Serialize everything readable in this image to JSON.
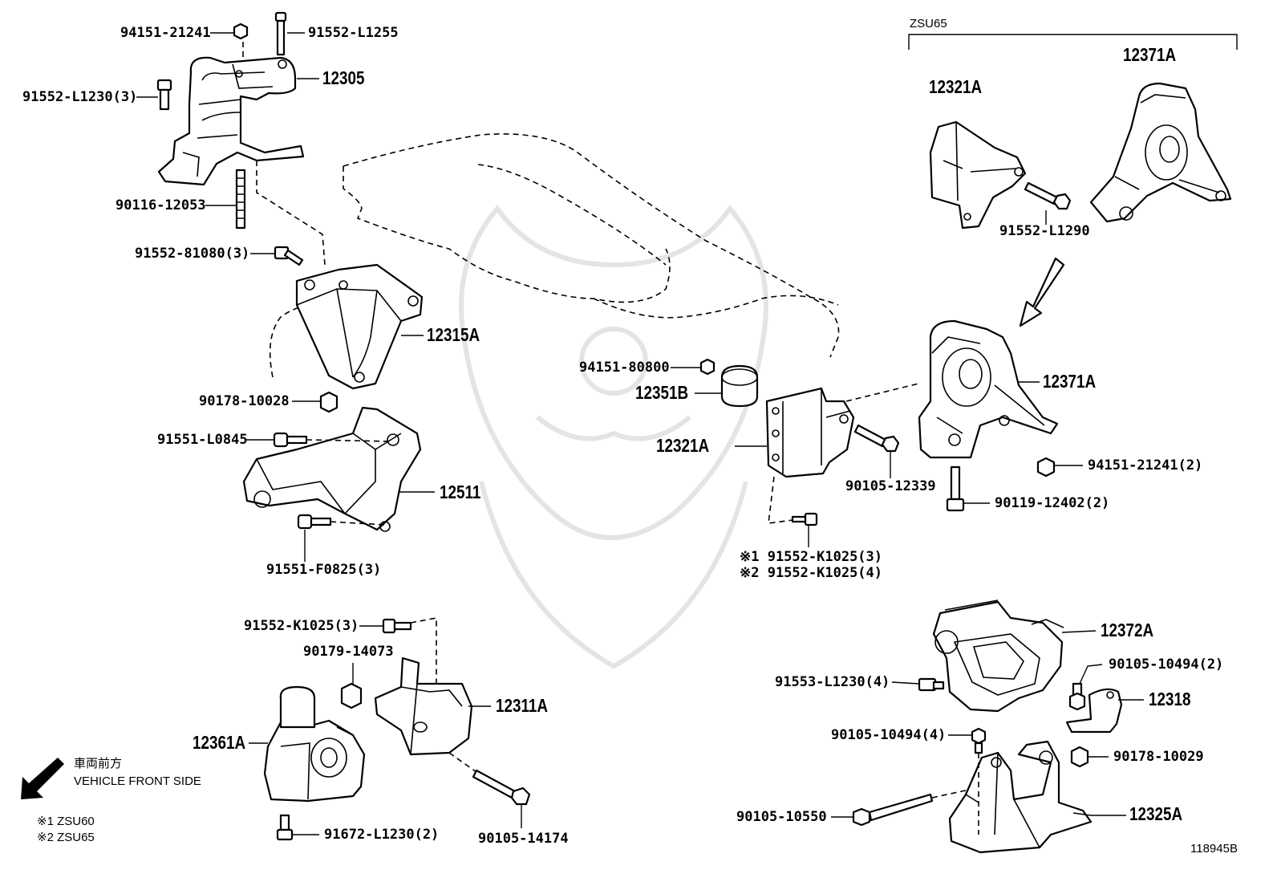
{
  "variant_header": "ZSU65",
  "parts": {
    "p94151_21241_top": "94151-21241",
    "p91552_L1255": "91552-L1255",
    "p12305": "12305",
    "p91552_L1230_3": "91552-L1230(3)",
    "p90116_12053": "90116-12053",
    "p91552_81080_3": "91552-81080(3)",
    "p12315A": "12315A",
    "p90178_10028": "90178-10028",
    "p91551_L0845": "91551-L0845",
    "p12511": "12511",
    "p91551_F0825_3": "91551-F0825(3)",
    "p12321A_top": "12321A",
    "p12371A_top": "12371A",
    "p91552_L1290": "91552-L1290",
    "p94151_80800": "94151-80800",
    "p12351B": "12351B",
    "p12321A_mid": "12321A",
    "p90105_12339": "90105-12339",
    "p12371A_mid": "12371A",
    "p94151_21241_2": "94151-21241(2)",
    "p90119_12402_2": "90119-12402(2)",
    "p91552_K1025_3_note": "※1  91552-K1025(3)",
    "p91552_K1025_4_note": "※2  91552-K1025(4)",
    "p91552_K1025_3": "91552-K1025(3)",
    "p90179_14073": "90179-14073",
    "p12311A": "12311A",
    "p12361A": "12361A",
    "p91672_L1230_2": "91672-L1230(2)",
    "p90105_14174": "90105-14174",
    "p12372A": "12372A",
    "p91553_L1230_4": "91553-L1230(4)",
    "p90105_10494_2": "90105-10494(2)",
    "p12318": "12318",
    "p90105_10494_4": "90105-10494(4)",
    "p90178_10029": "90178-10029",
    "p90105_10550": "90105-10550",
    "p12325A": "12325A"
  },
  "legend": {
    "direction_jp": "車両前方",
    "direction_en": "VEHICLE FRONT SIDE",
    "note1": "※1 ZSU60",
    "note2": "※2 ZSU65"
  },
  "figure_number": "118945B"
}
